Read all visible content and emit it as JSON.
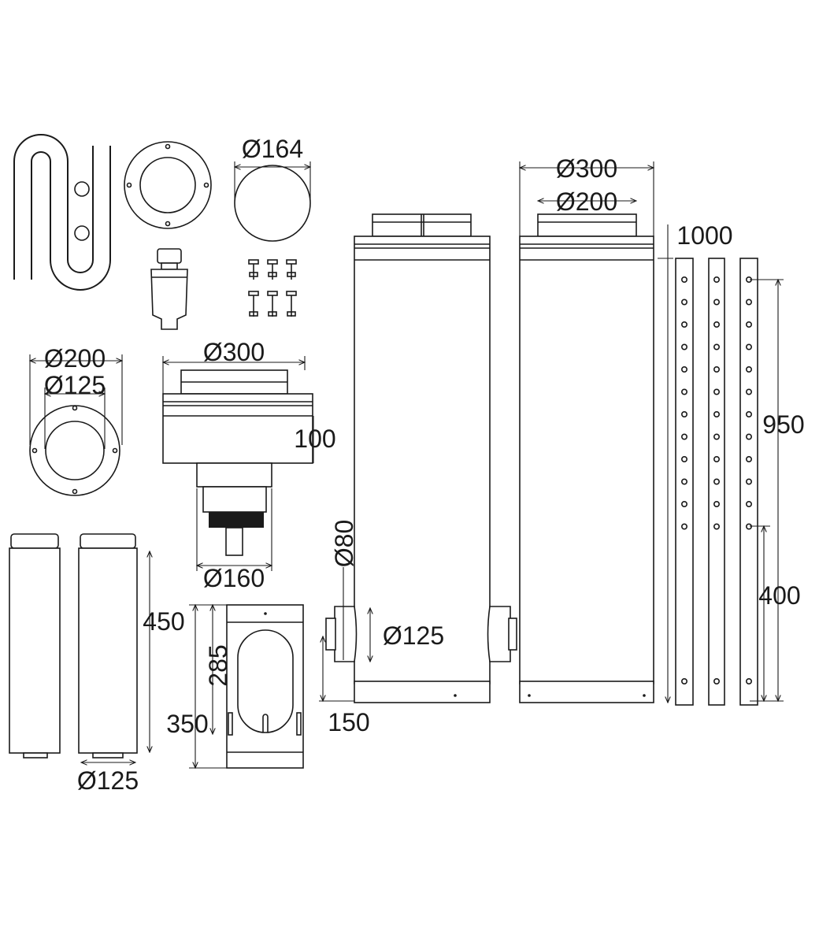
{
  "diagram": {
    "colors": {
      "line": "#1a1a1a",
      "background": "#ffffff"
    },
    "labels": {
      "disc_diameter": "Ø164",
      "pipe_outer_diameter": "Ø300",
      "pipe_inner_diameter": "Ø200",
      "pipe_length": "1000",
      "rosette_outer": "Ø200",
      "rosette_inner": "Ø125",
      "adapter_outer": "Ø300",
      "adapter_height": "100",
      "rail_hole_span": "950",
      "tee_branch_inner": "Ø80",
      "adapter_bottom": "Ø160",
      "rail_lower_span": "400",
      "short_pipe_length": "450",
      "short_pipe_diameter": "Ø125",
      "inspection_opening": "285",
      "inspection_height": "350",
      "tee_bottom_offset": "150",
      "tee_branch_outer": "Ø125"
    }
  }
}
